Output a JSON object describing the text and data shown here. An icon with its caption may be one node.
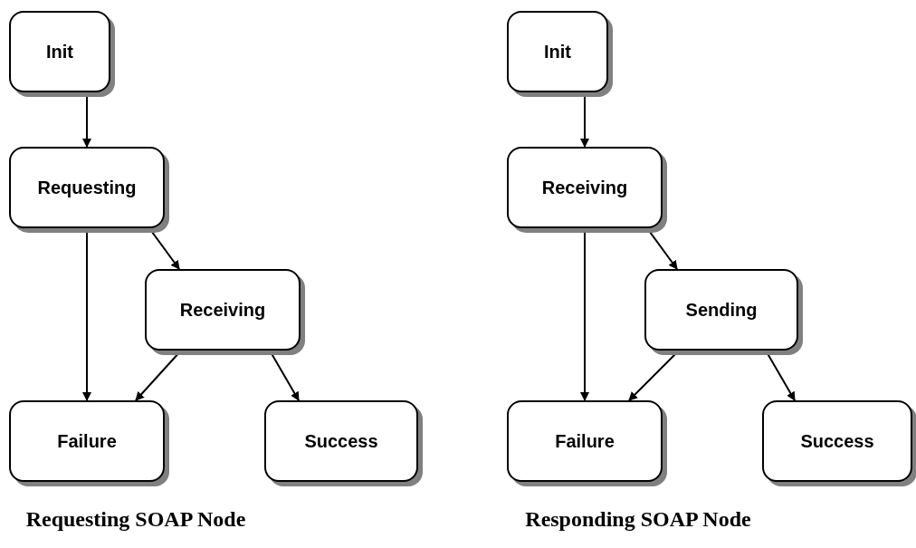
{
  "diagram": {
    "nodes": [
      {
        "text": [
          "Init"
        ]
      },
      {
        "text": [
          "Requesting"
        ]
      },
      {
        "text": [
          "Receiving"
        ]
      },
      {
        "text": [
          "Failure"
        ]
      },
      {
        "text": [
          "Success"
        ]
      },
      {
        "text": [
          "Init"
        ]
      },
      {
        "text": [
          "Receiving"
        ]
      },
      {
        "text": [
          "Sending"
        ]
      },
      {
        "text": [
          "Failure"
        ]
      },
      {
        "text": [
          "Success"
        ]
      }
    ],
    "edges": [
      {
        "from": 0,
        "to": 1,
        "arrow": "to"
      },
      {
        "from": 1,
        "to": 3,
        "arrow": "to"
      },
      {
        "from": 1,
        "to": 2,
        "arrow": "to"
      },
      {
        "from": 2,
        "to": 3,
        "arrow": "to"
      },
      {
        "from": 2,
        "to": 4,
        "arrow": "to"
      },
      {
        "from": 5,
        "to": 6,
        "arrow": "to"
      },
      {
        "from": 6,
        "to": 8,
        "arrow": "to"
      },
      {
        "from": 6,
        "to": 7,
        "arrow": "to"
      },
      {
        "from": 7,
        "to": 8,
        "arrow": "to"
      },
      {
        "from": 7,
        "to": 9,
        "arrow": "to"
      }
    ],
    "labels": [
      "Requesting SOAP Node",
      "Responding SOAP Node"
    ]
  }
}
